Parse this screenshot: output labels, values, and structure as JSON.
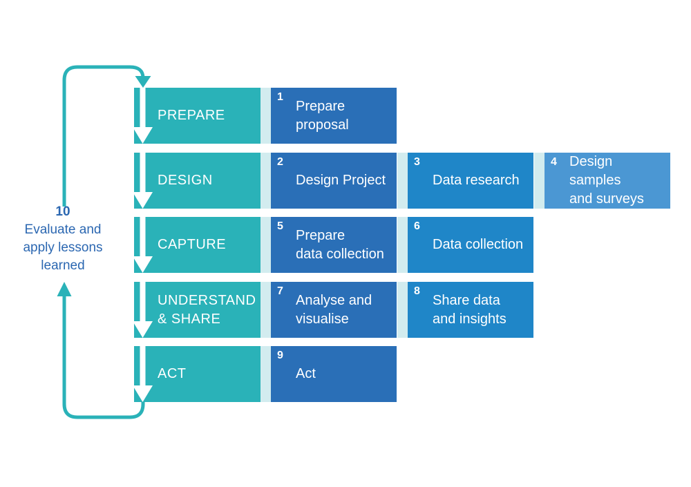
{
  "colors": {
    "teal": "#2ab2b8",
    "pale_strip": "#d2ecef",
    "blue_dark": "#2a6fb7",
    "blue_medium": "#1f86c8",
    "blue_light": "#4b97d3",
    "loop_text": "#2b67b1",
    "box_text": "#ffffff"
  },
  "feedback_loop": {
    "num": "10",
    "lines": [
      "Evaluate and",
      "apply lessons",
      "learned"
    ]
  },
  "stages": [
    {
      "label_lines": [
        "PREPARE"
      ],
      "steps": [
        {
          "num": "1",
          "lines": [
            "Prepare",
            "proposal"
          ]
        }
      ]
    },
    {
      "label_lines": [
        "DESIGN"
      ],
      "steps": [
        {
          "num": "2",
          "lines": [
            "Design Project"
          ]
        },
        {
          "num": "3",
          "lines": [
            "Data research"
          ]
        },
        {
          "num": "4",
          "lines": [
            "Design samples",
            "and surveys"
          ]
        }
      ]
    },
    {
      "label_lines": [
        "CAPTURE"
      ],
      "steps": [
        {
          "num": "5",
          "lines": [
            "Prepare",
            "data collection"
          ]
        },
        {
          "num": "6",
          "lines": [
            "Data collection"
          ]
        }
      ]
    },
    {
      "label_lines": [
        "UNDERSTAND",
        "& SHARE"
      ],
      "steps": [
        {
          "num": "7",
          "lines": [
            "Analyse and",
            "visualise"
          ]
        },
        {
          "num": "8",
          "lines": [
            "Share data",
            "and insights"
          ]
        }
      ]
    },
    {
      "label_lines": [
        "ACT"
      ],
      "steps": [
        {
          "num": "9",
          "lines": [
            "Act"
          ]
        }
      ]
    }
  ]
}
